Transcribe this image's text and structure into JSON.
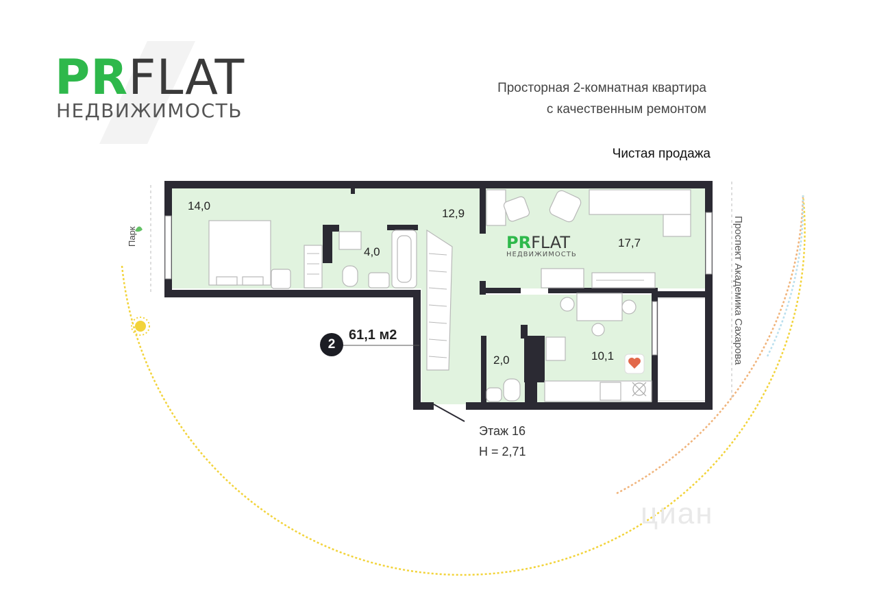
{
  "logo": {
    "brand_accent": "PR",
    "brand_main": "FLAT",
    "subtitle": "НЕДВИЖИМОСТЬ"
  },
  "header": {
    "subtitle_line1": "Просторная 2-комнатная квартира",
    "subtitle_line2": "с качественным ремонтом",
    "sale": "Чистая продажа"
  },
  "plan": {
    "rooms": [
      {
        "id": "bedroom",
        "area": "14,0"
      },
      {
        "id": "bathroom",
        "area": "4,0"
      },
      {
        "id": "hallway",
        "area": "12,9"
      },
      {
        "id": "living",
        "area": "17,7"
      },
      {
        "id": "toilet",
        "area": "2,0"
      },
      {
        "id": "kitchen",
        "area": "10,1"
      }
    ],
    "rooms_count": "2",
    "total_area": "61,1 м2",
    "floor": "Этаж 16",
    "height": "H = 2,71",
    "park_label": "Парк",
    "street_label": "Проспект Академика Сахарова",
    "inner_logo": {
      "accent": "PR",
      "main": "FLAT",
      "sub": "НЕДВИЖИМОСТЬ"
    },
    "watermark": "циан"
  },
  "colors": {
    "brand_green": "#2eb84b",
    "wall": "#2b2a33",
    "floor_fill": "#e1f3df",
    "sun": "#f2d33a",
    "arc_right": "#f0b37a"
  },
  "icons": [
    "sun-icon",
    "leaf-icon",
    "heart-icon"
  ]
}
